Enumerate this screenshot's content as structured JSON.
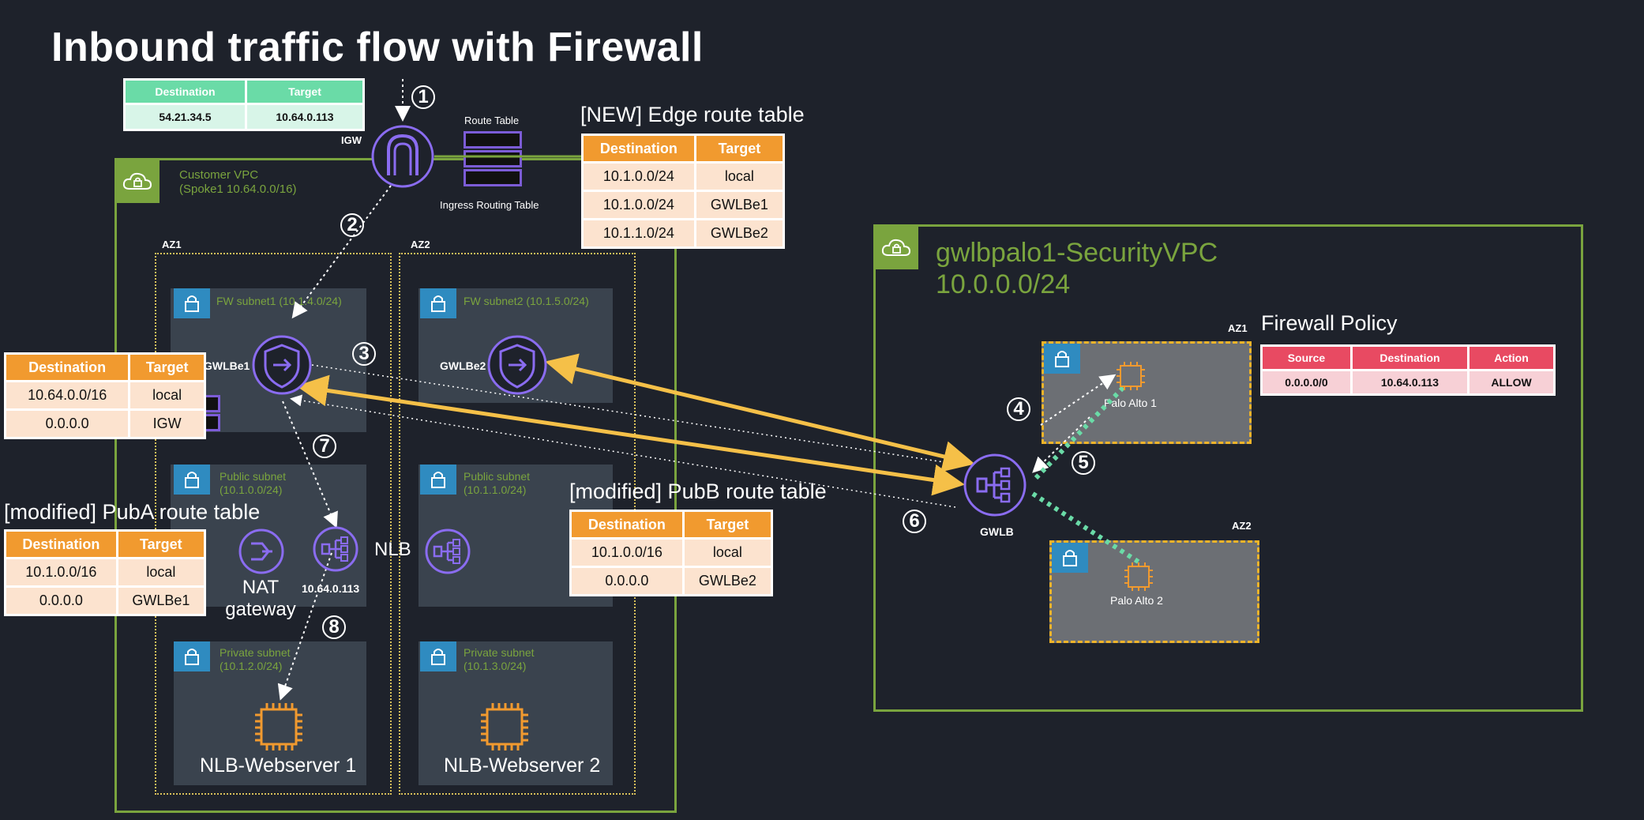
{
  "title": "Inbound traffic flow with Firewall",
  "colors": {
    "background": "#1e222b",
    "vpc_green": "#7aa43e",
    "purple": "#8a6cf0",
    "orange": "#f19a2f",
    "arrow_yellow": "#f5c048",
    "teal": "#6adba7"
  },
  "customer_vpc": {
    "label_line1": "Customer VPC",
    "label_line2": "(Spoke1 10.64.0.0/16)"
  },
  "az_left": "AZ1",
  "az_right": "AZ2",
  "igw": {
    "label": "IGW"
  },
  "route_table_icon": {
    "top_label": "Route Table",
    "bottom_label": "Ingress Routing Table"
  },
  "subnets": {
    "fw1": "FW subnet1 (10.1.4.0/24)",
    "fw2": "FW  subnet2 (10.1.5.0/24)",
    "pub1_line1": "Public subnet",
    "pub1_line2": "(10.1.0.0/24)",
    "pub2_line1": "Public  subnet",
    "pub2_line2": "(10.1.1.0/24)",
    "priv1_line1": "Private subnet",
    "priv1_line2": "(10.1.2.0/24)",
    "priv2_line1": "Private  subnet",
    "priv2_line2": "(10.1.3.0/24)"
  },
  "endpoints": {
    "gwlbe1": "GWLBe1",
    "gwlbe2": "GWLBe2"
  },
  "nat_gateway": {
    "line1": "NAT",
    "line2": "gateway"
  },
  "nlb": {
    "label": "NLB",
    "ip": "10.64.0.113"
  },
  "webservers": {
    "ws1": "NLB-Webserver 1",
    "ws2": "NLB-Webserver 2"
  },
  "security_vpc": {
    "label_line1": "gwlbpalo1-SecurityVPC",
    "label_line2": "10.0.0.0/24"
  },
  "security_az1": "AZ1",
  "security_az2": "AZ2",
  "palo_alto": {
    "pa1": "Palo Alto 1",
    "pa2": "Palo Alto 2"
  },
  "gwlb": {
    "label": "GWLB"
  },
  "steps": [
    "1",
    "2",
    "3",
    "4",
    "5",
    "6",
    "7",
    "8"
  ],
  "igw_table": {
    "headers": [
      "Destination",
      "Target"
    ],
    "rows": [
      [
        "54.21.34.5",
        "10.64.0.113"
      ]
    ]
  },
  "edge_table": {
    "title": "[NEW] Edge route table",
    "headers": [
      "Destination",
      "Target"
    ],
    "rows": [
      [
        "10.1.0.0/24",
        "local"
      ],
      [
        "10.1.0.0/24",
        "GWLBe1"
      ],
      [
        "10.1.1.0/24",
        "GWLBe2"
      ]
    ]
  },
  "fw_table": {
    "headers": [
      "Destination",
      "Target"
    ],
    "rows": [
      [
        "10.64.0.0/16",
        "local"
      ],
      [
        "0.0.0.0",
        "IGW"
      ]
    ]
  },
  "puba_table": {
    "title": "[modified] PubA route table",
    "headers": [
      "Destination",
      "Target"
    ],
    "rows": [
      [
        "10.1.0.0/16",
        "local"
      ],
      [
        "0.0.0.0",
        "GWLBe1"
      ]
    ]
  },
  "pubb_table": {
    "title": "[modified] PubB route table",
    "headers": [
      "Destination",
      "Target"
    ],
    "rows": [
      [
        "10.1.0.0/16",
        "local"
      ],
      [
        "0.0.0.0",
        "GWLBe2"
      ]
    ]
  },
  "policy_table": {
    "title": "Firewall Policy",
    "headers": [
      "Source",
      "Destination",
      "Action"
    ],
    "rows": [
      [
        "0.0.0.0/0",
        "10.64.0.113",
        "ALLOW"
      ]
    ]
  }
}
